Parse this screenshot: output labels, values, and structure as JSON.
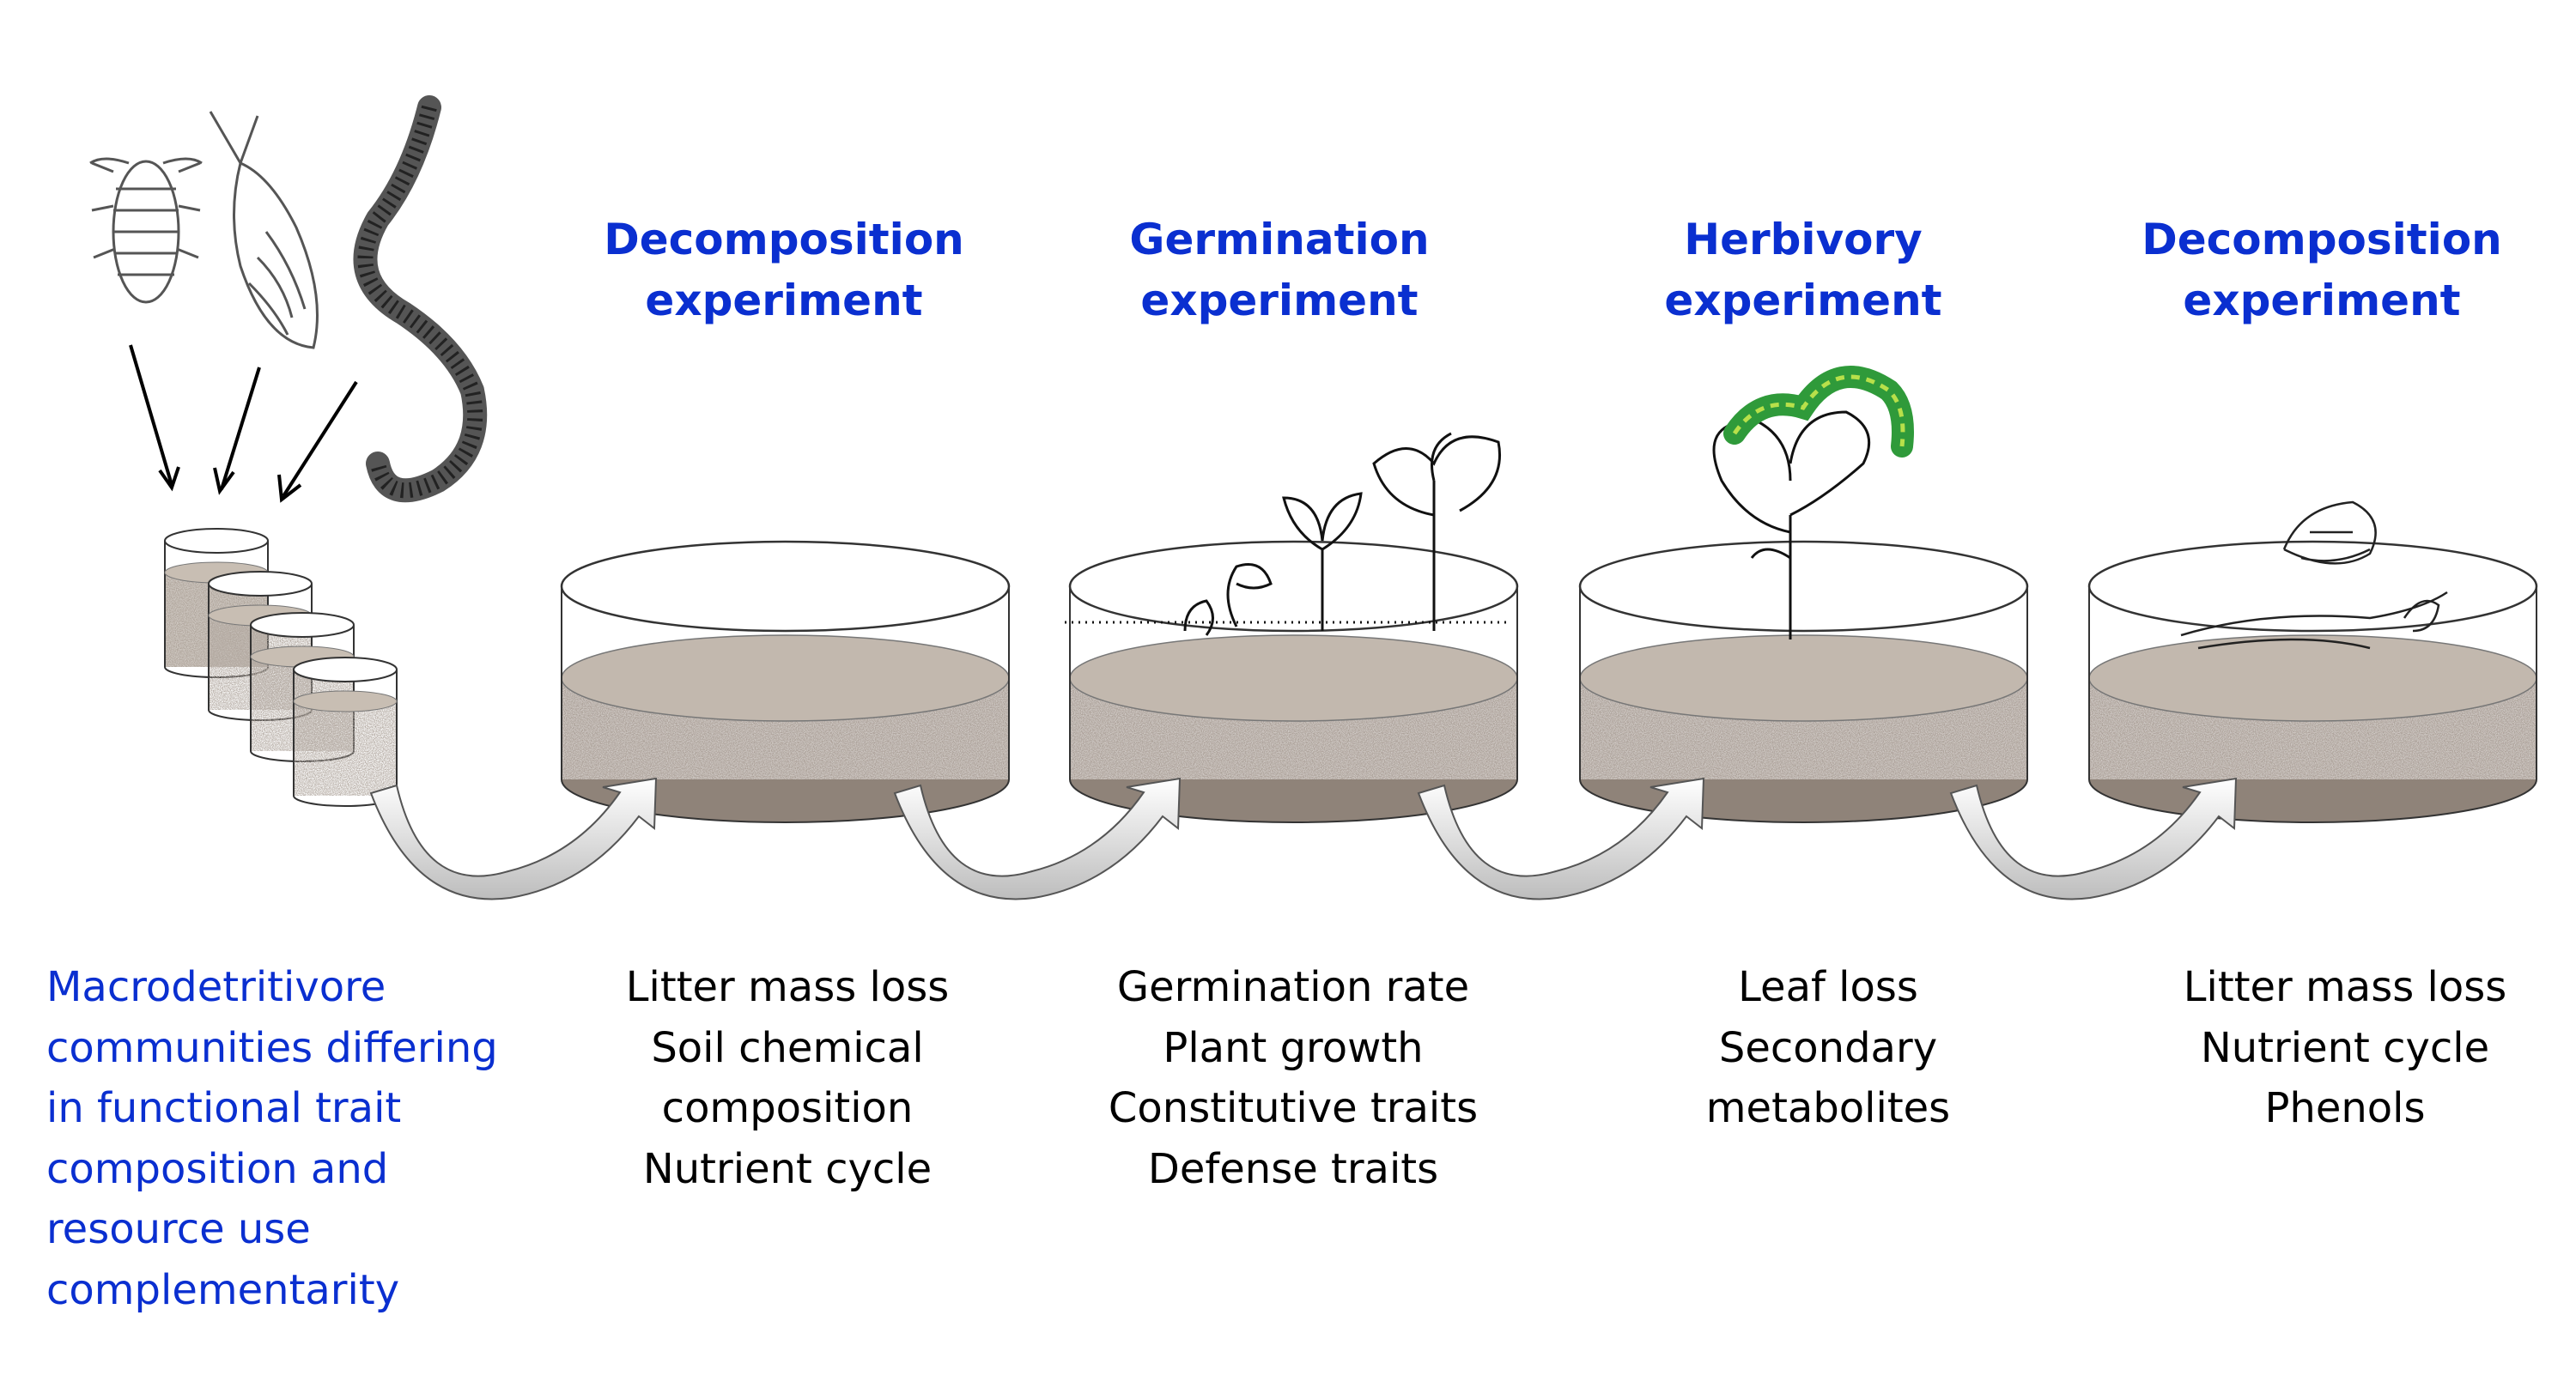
{
  "headings": [
    {
      "line1": "Decomposition",
      "line2": "experiment"
    },
    {
      "line1": "Germination",
      "line2": "experiment"
    },
    {
      "line1": "Herbivory",
      "line2": "experiment"
    },
    {
      "line1": "Decomposition",
      "line2": "experiment"
    }
  ],
  "left_description": {
    "lines": [
      "Macrodetritivore",
      "communities differing",
      "in functional trait",
      "composition and",
      "resource use",
      "complementarity"
    ]
  },
  "columns": [
    {
      "lines": [
        "Litter mass loss",
        "Soil chemical",
        "composition",
        "Nutrient cycle"
      ]
    },
    {
      "lines": [
        "Germination rate",
        "Plant growth",
        "Constitutive traits",
        "Defense traits"
      ]
    },
    {
      "lines": [
        "Leaf loss",
        "Secondary",
        "metabolites"
      ]
    },
    {
      "lines": [
        "Litter mass loss",
        "Nutrient cycle",
        "Phenols"
      ]
    }
  ],
  "colors": {
    "heading": "#0a2fd0",
    "body": "#000000",
    "soil": "#8a7d72",
    "caterpillar": "#3aa83a"
  }
}
